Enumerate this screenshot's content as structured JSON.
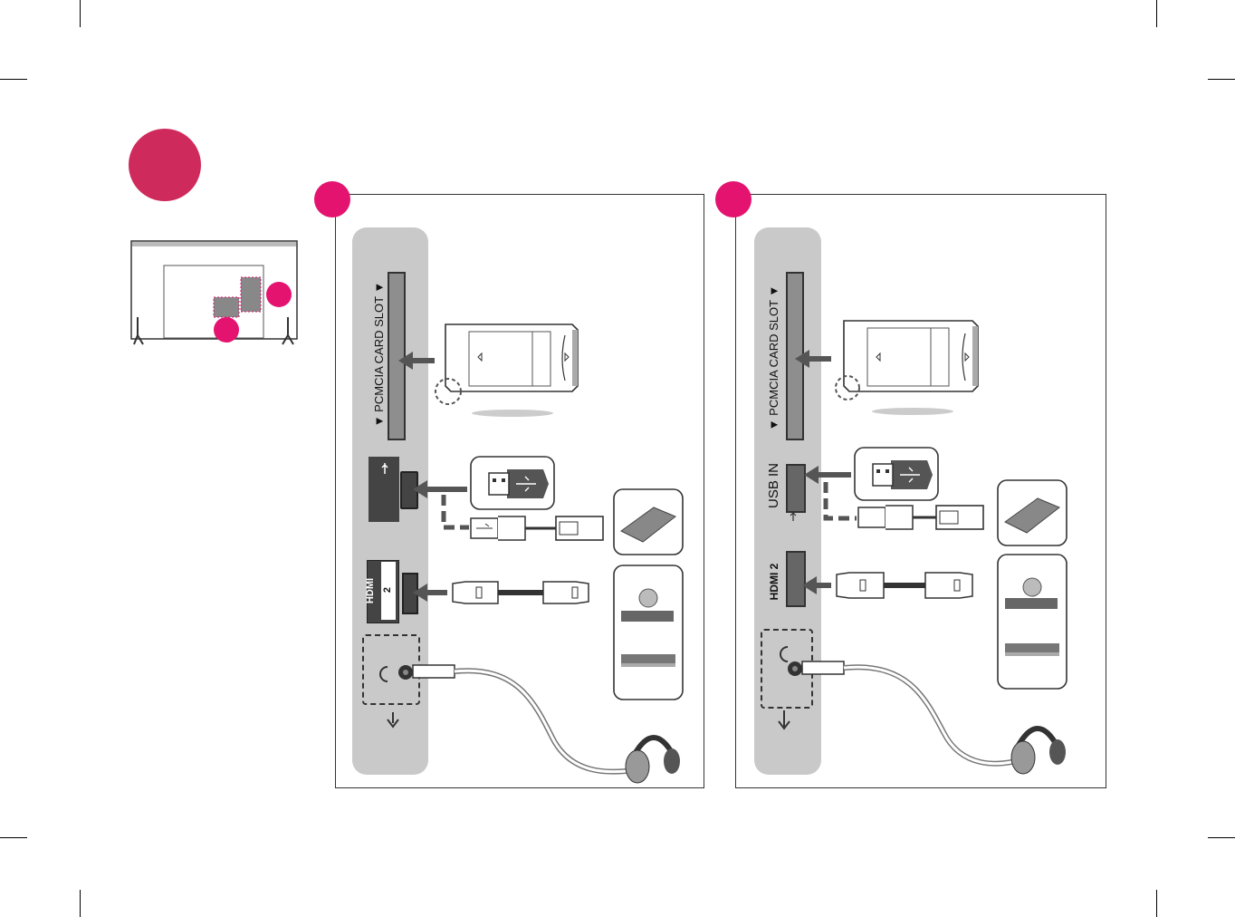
{
  "panel_a": {
    "pcmcia_label": "▼ PCMCIA CARD SLOT ▼",
    "hdmi_label": "HDMI",
    "hdmi_number": "2"
  },
  "panel_b": {
    "pcmcia_label": "▼ PCMCIA CARD SLOT ▼",
    "usb_label": "USB IN",
    "hdmi_label": "HDMI 2"
  },
  "colors": {
    "accent": "#cf2a5c",
    "badge": "#e3136f",
    "strip": "#c9c9c9",
    "slot": "#8e8e8e"
  }
}
